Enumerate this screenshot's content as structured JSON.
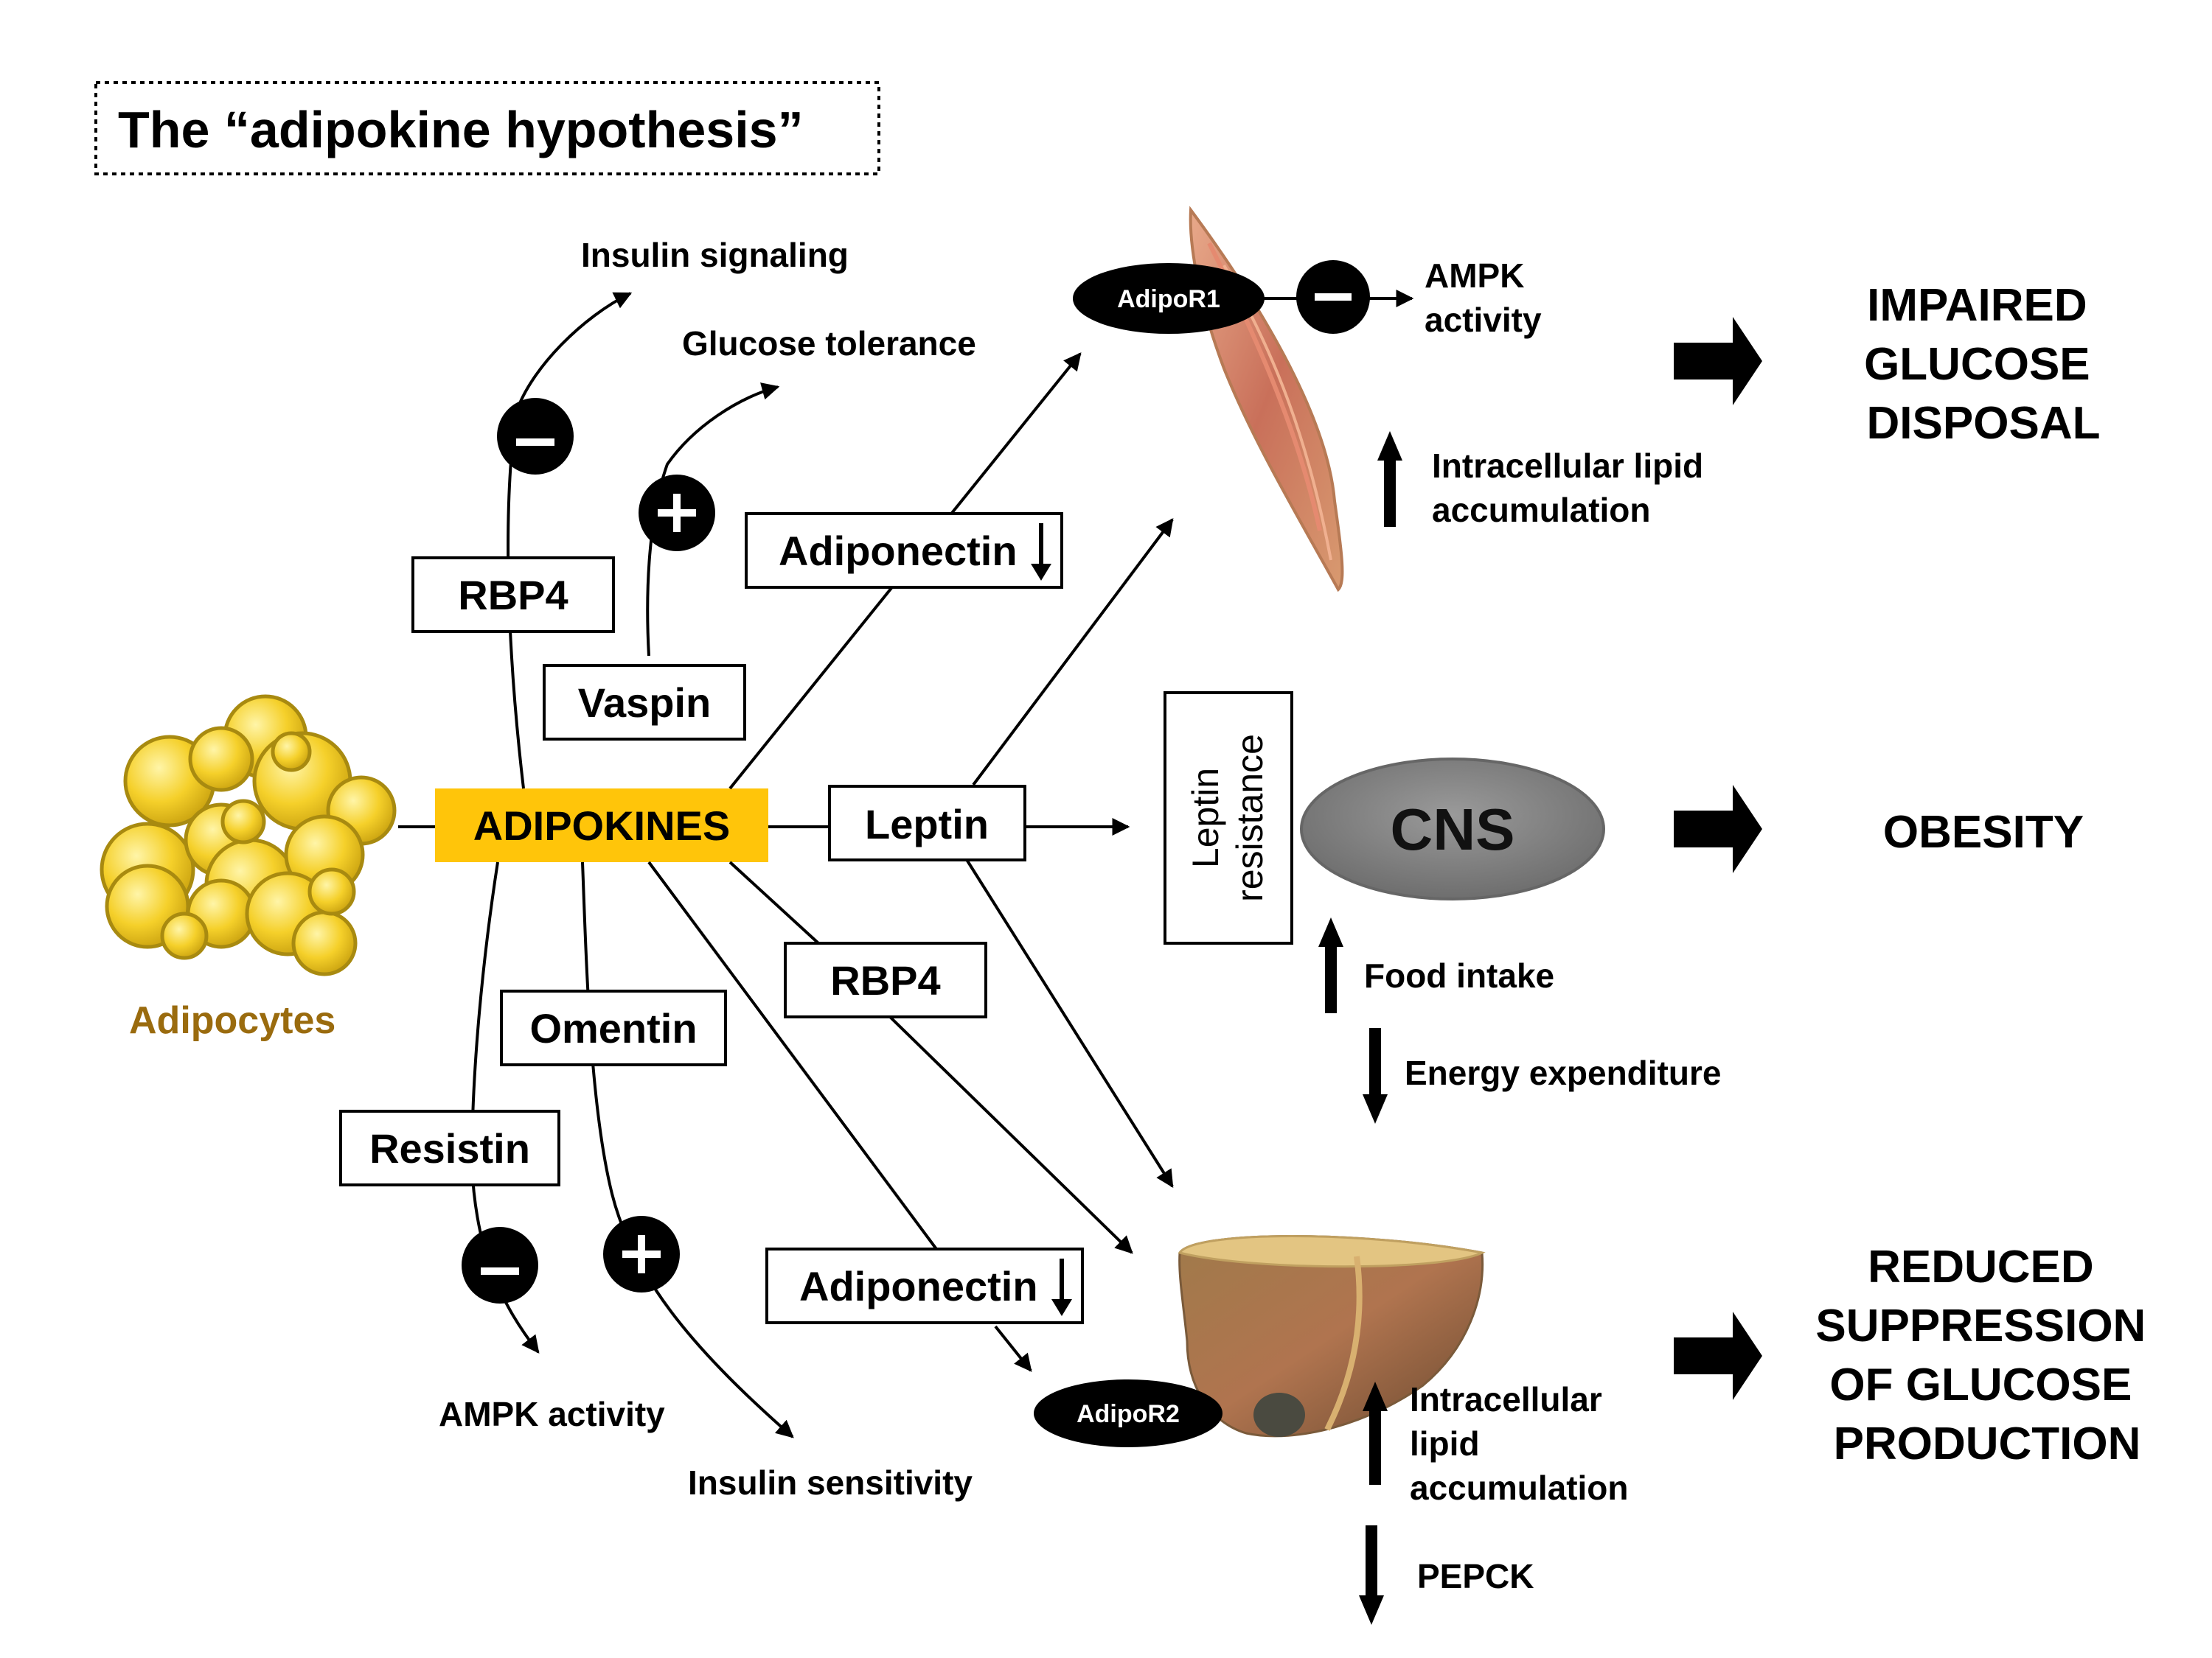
{
  "title": "The “adipokine hypothesis”",
  "source": {
    "adipocytes_label": "Adipocytes",
    "adipokines_label": "ADIPOKINES"
  },
  "adipokines": {
    "rbp4_top": "RBP4",
    "vaspin": "Vaspin",
    "adiponectin_top": "Adiponectin",
    "leptin": "Leptin",
    "rbp4_bottom": "RBP4",
    "omentin": "Omentin",
    "resistin": "Resistin",
    "adiponectin_bottom": "Adiponectin"
  },
  "effects": {
    "insulin_signaling": "Insulin signaling",
    "glucose_tolerance": "Glucose tolerance",
    "ampk_activity_bottom": "AMPK activity",
    "insulin_sensitivity": "Insulin sensitivity"
  },
  "muscle": {
    "receptor": "AdipoR1",
    "ampk_line1": "AMPK",
    "ampk_line2": "activity",
    "lipid_line1": "Intracellular lipid",
    "lipid_line2": "accumulation"
  },
  "brain": {
    "leptin_resistance_line1": "Leptin",
    "leptin_resistance_line2": "resistance",
    "cns": "CNS",
    "food_intake": "Food intake",
    "energy_expenditure": "Energy expenditure"
  },
  "liver": {
    "receptor": "AdipoR2",
    "lipid_line1": "Intracellular",
    "lipid_line2": "lipid",
    "lipid_line3": "accumulation",
    "pepck": "PEPCK"
  },
  "outcomes": {
    "glucose_disposal": [
      "IMPAIRED",
      "GLUCOSE",
      "DISPOSAL"
    ],
    "obesity": "OBESITY",
    "glucose_production": [
      "REDUCED",
      "SUPPRESSION",
      "OF GLUCOSE",
      "PRODUCTION"
    ]
  },
  "colors": {
    "adipokines_box": "#ffc50a",
    "adipocyte_fat": "#f5d02a",
    "adipocytes_text": "#9a6b0e",
    "cns_fill": "#8a8a8a",
    "receptor_fill": "#000000"
  }
}
